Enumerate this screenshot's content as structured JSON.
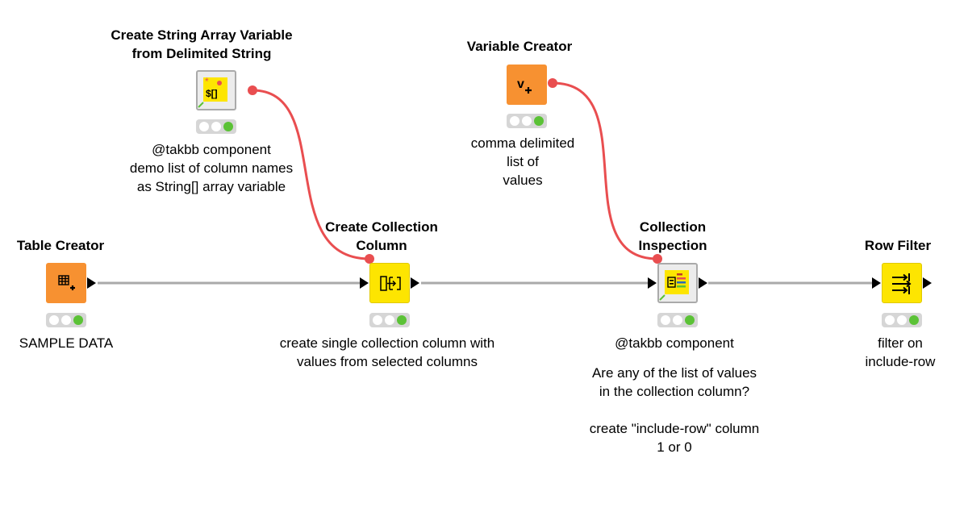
{
  "workflow": {
    "nodes": [
      {
        "id": "table-creator",
        "title": "Table Creator",
        "description": [
          "SAMPLE DATA"
        ],
        "color": "#f79131",
        "icon": "table-plus-icon"
      },
      {
        "id": "string-array-var",
        "title": "Create String Array Variable\nfrom Delimited String",
        "description": [
          "@takbb component",
          "demo list of column names",
          "as String[] array variable"
        ],
        "color": "#ececec",
        "icon": "string-array-icon"
      },
      {
        "id": "create-collection",
        "title": "Create Collection\nColumn",
        "description": [
          "create single collection column with",
          "values from selected columns"
        ],
        "color": "#fde501",
        "icon": "collection-icon"
      },
      {
        "id": "variable-creator",
        "title": "Variable Creator",
        "description": [
          "comma delimited",
          "list of",
          "values"
        ],
        "color": "#f79131",
        "icon": "variable-plus-icon"
      },
      {
        "id": "collection-inspection",
        "title": "Collection\nInspection",
        "description": [
          "@takbb component",
          "",
          "Are any of the list of values",
          "in the collection column?",
          "",
          "create \"include-row\" column",
          "1 or 0"
        ],
        "color": "#fde501",
        "icon": "inspection-icon"
      },
      {
        "id": "row-filter",
        "title": "Row Filter",
        "description": [
          "filter on",
          "include-row"
        ],
        "color": "#fde501",
        "icon": "filter-icon"
      }
    ],
    "colors": {
      "data_connection": "#aaaaaa",
      "variable_connection": "#e94e50",
      "status_green": "#5bc236"
    }
  }
}
